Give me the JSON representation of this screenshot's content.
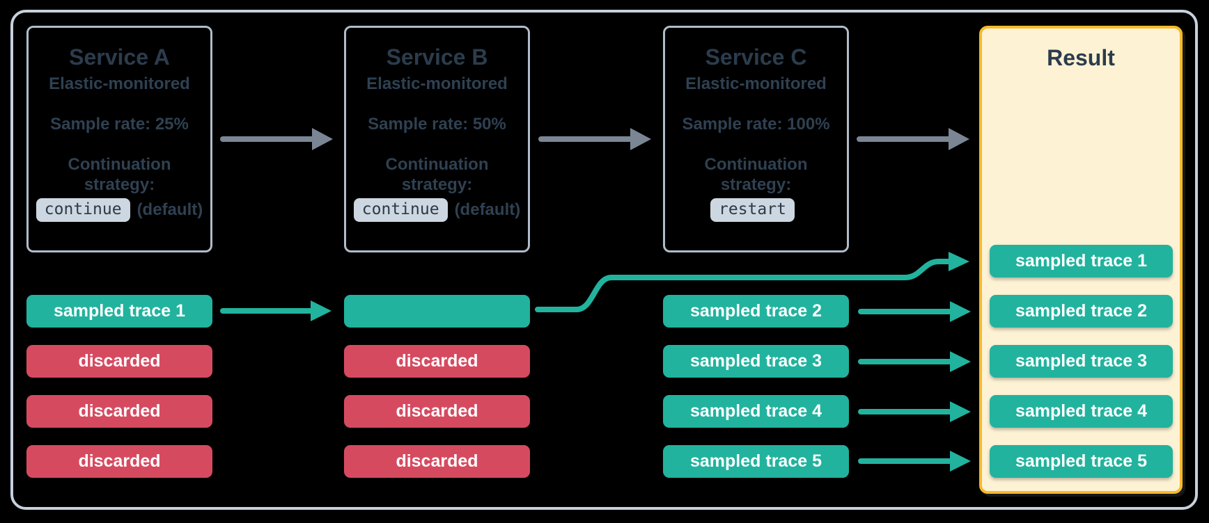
{
  "theme": {
    "background": "#000000",
    "frame_border": "#c6d1dd",
    "service_border": "#b0bcc9",
    "text_dark": "#2b3c4d",
    "sampled_color": "#21b39e",
    "discarded_color": "#d64a60",
    "result_border": "#f5ba2b",
    "result_fill": "#fdf2d3",
    "arrow_gray": "#7b8695",
    "code_chip_bg": "#cdd7e1",
    "row_text": "#ffffff"
  },
  "services": [
    {
      "title": "Service A",
      "monitored": "Elastic-monitored",
      "sample_rate": "Sample rate: 25%",
      "strategy_label": "Continuation strategy:",
      "strategy_value": "continue",
      "strategy_suffix": "(default)"
    },
    {
      "title": "Service B",
      "monitored": "Elastic-monitored",
      "sample_rate": "Sample rate: 50%",
      "strategy_label": "Continuation strategy:",
      "strategy_value": "continue",
      "strategy_suffix": "(default)"
    },
    {
      "title": "Service C",
      "monitored": "Elastic-monitored",
      "sample_rate": "Sample rate: 100%",
      "strategy_label": "Continuation strategy:",
      "strategy_value": "restart",
      "strategy_suffix": ""
    }
  ],
  "lanes": {
    "service_a": [
      {
        "label": "sampled trace 1",
        "status": "sampled"
      },
      {
        "label": "discarded",
        "status": "discarded"
      },
      {
        "label": "discarded",
        "status": "discarded"
      },
      {
        "label": "discarded",
        "status": "discarded"
      }
    ],
    "service_b": [
      {
        "label": "",
        "status": "sampled"
      },
      {
        "label": "discarded",
        "status": "discarded"
      },
      {
        "label": "discarded",
        "status": "discarded"
      },
      {
        "label": "discarded",
        "status": "discarded"
      }
    ],
    "service_c": [
      {
        "label": "sampled trace 2",
        "status": "sampled"
      },
      {
        "label": "sampled trace 3",
        "status": "sampled"
      },
      {
        "label": "sampled trace 4",
        "status": "sampled"
      },
      {
        "label": "sampled trace 5",
        "status": "sampled"
      }
    ]
  },
  "result": {
    "title": "Result",
    "rows": [
      "sampled trace 1",
      "sampled trace 2",
      "sampled trace 3",
      "sampled trace 4",
      "sampled trace 5"
    ]
  }
}
